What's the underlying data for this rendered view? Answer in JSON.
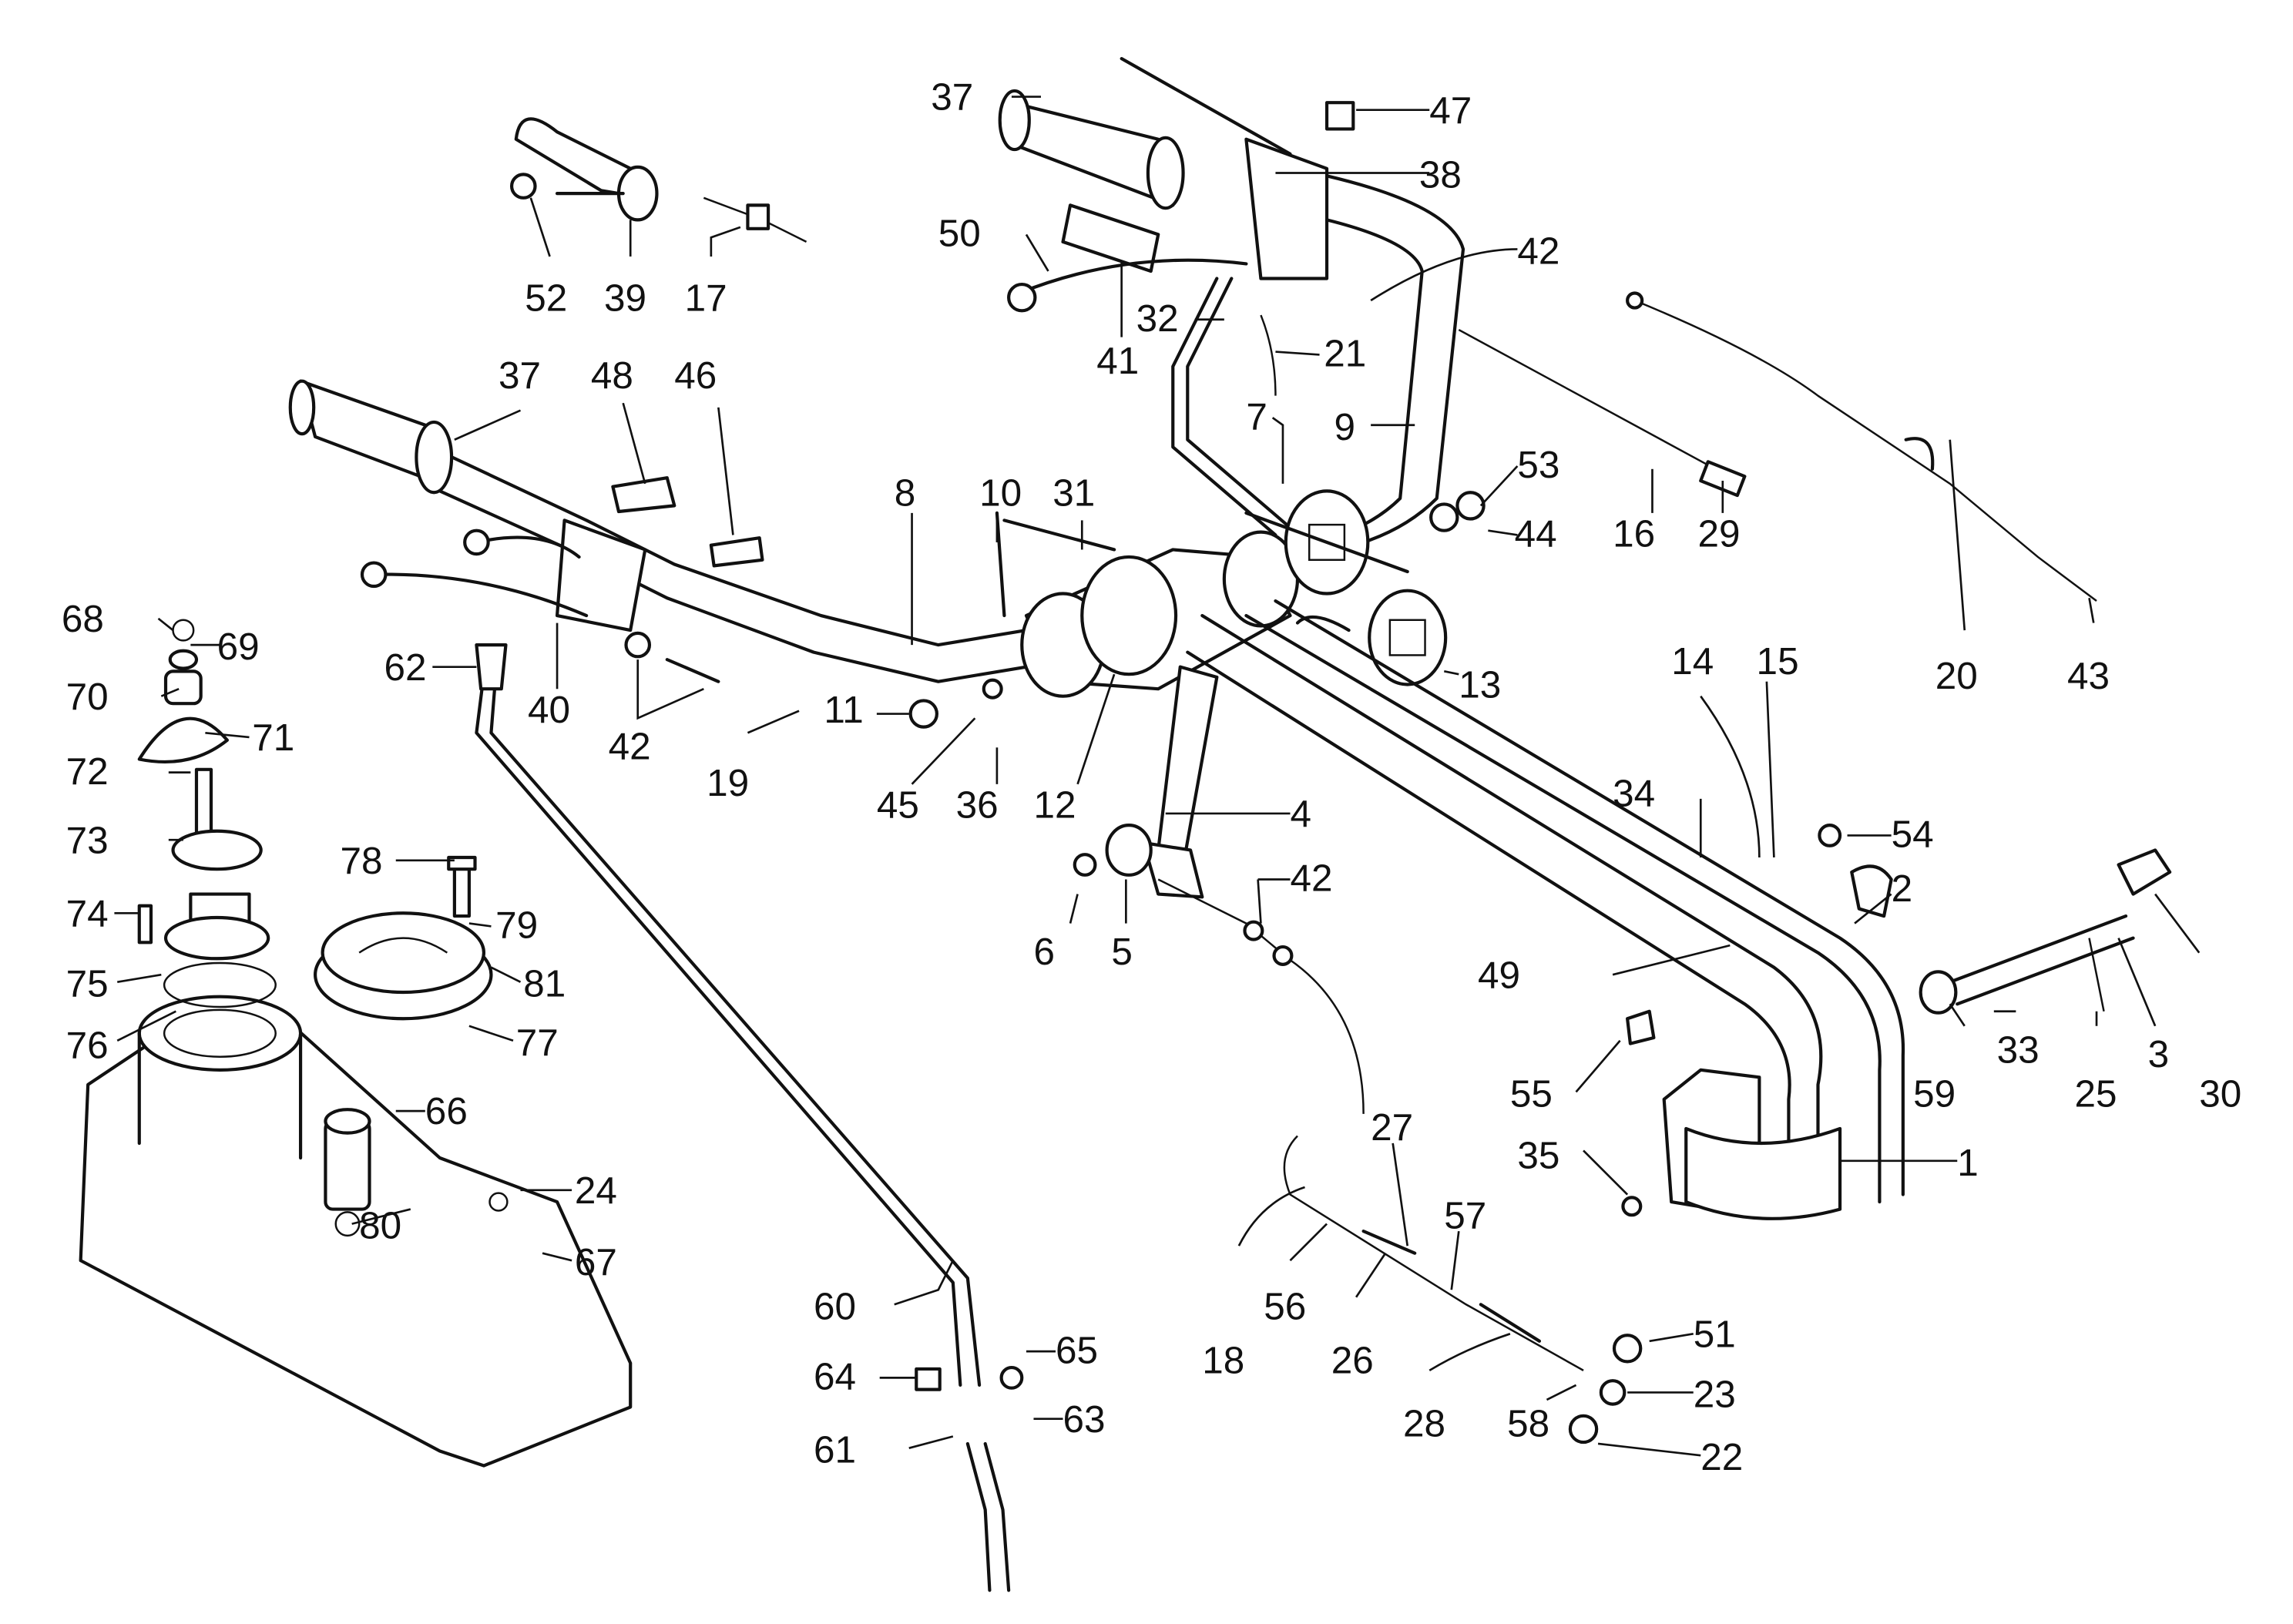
{
  "title": "Handlebar and control linkage — exploded parts diagram",
  "labels": [
    {
      "id": "37a",
      "text": "37"
    },
    {
      "id": "47",
      "text": "47"
    },
    {
      "id": "38",
      "text": "38"
    },
    {
      "id": "50",
      "text": "50"
    },
    {
      "id": "42a",
      "text": "42"
    },
    {
      "id": "32",
      "text": "32"
    },
    {
      "id": "21",
      "text": "21"
    },
    {
      "id": "41",
      "text": "41"
    },
    {
      "id": "7",
      "text": "7"
    },
    {
      "id": "9",
      "text": "9"
    },
    {
      "id": "16",
      "text": "16"
    },
    {
      "id": "29",
      "text": "29"
    },
    {
      "id": "53",
      "text": "53"
    },
    {
      "id": "44",
      "text": "44"
    },
    {
      "id": "20",
      "text": "20"
    },
    {
      "id": "43",
      "text": "43"
    },
    {
      "id": "52",
      "text": "52"
    },
    {
      "id": "39",
      "text": "39"
    },
    {
      "id": "17",
      "text": "17"
    },
    {
      "id": "37b",
      "text": "37"
    },
    {
      "id": "48",
      "text": "48"
    },
    {
      "id": "46",
      "text": "46"
    },
    {
      "id": "8",
      "text": "8"
    },
    {
      "id": "10",
      "text": "10"
    },
    {
      "id": "31",
      "text": "31"
    },
    {
      "id": "68",
      "text": "68"
    },
    {
      "id": "69",
      "text": "69"
    },
    {
      "id": "70",
      "text": "70"
    },
    {
      "id": "71",
      "text": "71"
    },
    {
      "id": "62",
      "text": "62"
    },
    {
      "id": "40",
      "text": "40"
    },
    {
      "id": "42b",
      "text": "42"
    },
    {
      "id": "19",
      "text": "19"
    },
    {
      "id": "11",
      "text": "11"
    },
    {
      "id": "45",
      "text": "45"
    },
    {
      "id": "36",
      "text": "36"
    },
    {
      "id": "12",
      "text": "12"
    },
    {
      "id": "13",
      "text": "13"
    },
    {
      "id": "14",
      "text": "14"
    },
    {
      "id": "15",
      "text": "15"
    },
    {
      "id": "72",
      "text": "72"
    },
    {
      "id": "73",
      "text": "73"
    },
    {
      "id": "4",
      "text": "4"
    },
    {
      "id": "34",
      "text": "34"
    },
    {
      "id": "54",
      "text": "54"
    },
    {
      "id": "78",
      "text": "78"
    },
    {
      "id": "79",
      "text": "79"
    },
    {
      "id": "74",
      "text": "74"
    },
    {
      "id": "42c",
      "text": "42"
    },
    {
      "id": "6",
      "text": "6"
    },
    {
      "id": "5",
      "text": "5"
    },
    {
      "id": "2",
      "text": "2"
    },
    {
      "id": "49",
      "text": "49"
    },
    {
      "id": "75",
      "text": "75"
    },
    {
      "id": "81",
      "text": "81"
    },
    {
      "id": "76",
      "text": "76"
    },
    {
      "id": "77",
      "text": "77"
    },
    {
      "id": "59",
      "text": "59"
    },
    {
      "id": "33",
      "text": "33"
    },
    {
      "id": "25",
      "text": "25"
    },
    {
      "id": "3",
      "text": "3"
    },
    {
      "id": "30",
      "text": "30"
    },
    {
      "id": "55",
      "text": "55"
    },
    {
      "id": "66",
      "text": "66"
    },
    {
      "id": "27",
      "text": "27"
    },
    {
      "id": "1",
      "text": "1"
    },
    {
      "id": "35",
      "text": "35"
    },
    {
      "id": "80",
      "text": "80"
    },
    {
      "id": "24",
      "text": "24"
    },
    {
      "id": "57",
      "text": "57"
    },
    {
      "id": "67",
      "text": "67"
    },
    {
      "id": "60",
      "text": "60"
    },
    {
      "id": "18",
      "text": "18"
    },
    {
      "id": "56",
      "text": "56"
    },
    {
      "id": "26",
      "text": "26"
    },
    {
      "id": "65",
      "text": "65"
    },
    {
      "id": "51",
      "text": "51"
    },
    {
      "id": "64",
      "text": "64"
    },
    {
      "id": "23",
      "text": "23"
    },
    {
      "id": "63",
      "text": "63"
    },
    {
      "id": "61",
      "text": "61"
    },
    {
      "id": "28",
      "text": "28"
    },
    {
      "id": "58",
      "text": "58"
    },
    {
      "id": "22",
      "text": "22"
    }
  ]
}
